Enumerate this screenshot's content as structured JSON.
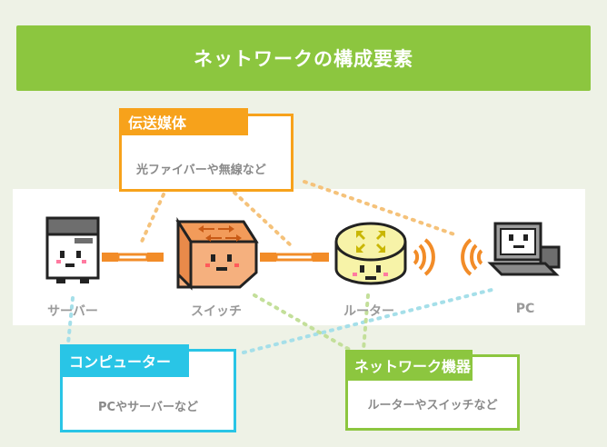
{
  "title": "ネットワークの構成要素",
  "devices": {
    "server": "サーバー",
    "switch": "スイッチ",
    "router": "ルーター",
    "pc": "PC"
  },
  "callouts": {
    "media": {
      "label": "伝送媒体",
      "desc": "光ファイバーや無線など"
    },
    "computer": {
      "label": "コンピューター",
      "desc": "PCやサーバーなど"
    },
    "network_device": {
      "label": "ネットワーク機器",
      "desc": "ルーターやスイッチなど"
    }
  },
  "colors": {
    "green": "#8cc63f",
    "orange": "#f7a21b",
    "cyan": "#29c5e6",
    "cable": "#f28c28",
    "router": "#f7f3a8",
    "switch": "#f5b07e"
  }
}
